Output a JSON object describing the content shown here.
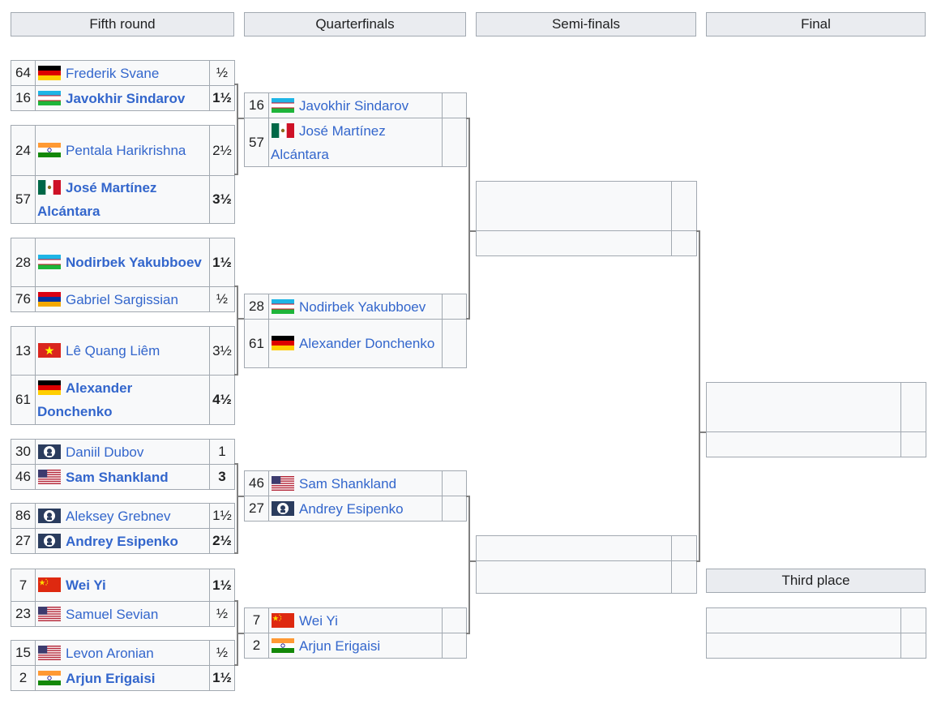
{
  "headers": {
    "fifth_round": "Fifth round",
    "quarterfinals": "Quarterfinals",
    "semifinals": "Semi-finals",
    "final": "Final",
    "third_place": "Third place"
  },
  "fifth_round": [
    {
      "p1": {
        "seed": "64",
        "flag": "germany-flag",
        "name": "Frederik Svane",
        "score": "½",
        "winner": false
      },
      "p2": {
        "seed": "16",
        "flag": "uzbekistan-flag",
        "name": "Javokhir Sindarov",
        "score": "1½",
        "winner": true
      }
    },
    {
      "p1": {
        "seed": "24",
        "flag": "india-flag",
        "name": "Pentala Harikrishna",
        "score": "2½",
        "winner": false
      },
      "p2": {
        "seed": "57",
        "flag": "mexico-flag",
        "name": "José Martínez Alcántara",
        "score": "3½",
        "winner": true
      }
    },
    {
      "p1": {
        "seed": "28",
        "flag": "uzbekistan-flag",
        "name": "Nodirbek Yakubboev",
        "score": "1½",
        "winner": true
      },
      "p2": {
        "seed": "76",
        "flag": "armenia-flag",
        "name": "Gabriel Sargissian",
        "score": "½",
        "winner": false
      }
    },
    {
      "p1": {
        "seed": "13",
        "flag": "vietnam-flag",
        "name": "Lê Quang Liêm",
        "score": "3½",
        "winner": false
      },
      "p2": {
        "seed": "61",
        "flag": "germany-flag",
        "name": "Alexander Donchenko",
        "score": "4½",
        "winner": true
      }
    },
    {
      "p1": {
        "seed": "30",
        "flag": "fide-flag",
        "name": "Daniil Dubov",
        "score": "1",
        "winner": false
      },
      "p2": {
        "seed": "46",
        "flag": "usa-flag",
        "name": "Sam Shankland",
        "score": "3",
        "winner": true
      }
    },
    {
      "p1": {
        "seed": "86",
        "flag": "fide-flag",
        "name": "Aleksey Grebnev",
        "score": "1½",
        "winner": false
      },
      "p2": {
        "seed": "27",
        "flag": "fide-flag",
        "name": "Andrey Esipenko",
        "score": "2½",
        "winner": true
      }
    },
    {
      "p1": {
        "seed": "7",
        "flag": "china-flag",
        "name": "Wei Yi",
        "score": "1½",
        "winner": true
      },
      "p2": {
        "seed": "23",
        "flag": "usa-flag",
        "name": "Samuel Sevian",
        "score": "½",
        "winner": false
      }
    },
    {
      "p1": {
        "seed": "15",
        "flag": "usa-flag",
        "name": "Levon Aronian",
        "score": "½",
        "winner": false
      },
      "p2": {
        "seed": "2",
        "flag": "india-flag",
        "name": "Arjun Erigaisi",
        "score": "1½",
        "winner": true
      }
    }
  ],
  "quarterfinals": [
    {
      "p1": {
        "seed": "16",
        "flag": "uzbekistan-flag",
        "name": "Javokhir Sindarov",
        "score": ""
      },
      "p2": {
        "seed": "57",
        "flag": "mexico-flag",
        "name": "José Martínez Alcántara",
        "score": ""
      }
    },
    {
      "p1": {
        "seed": "28",
        "flag": "uzbekistan-flag",
        "name": "Nodirbek Yakubboev",
        "score": ""
      },
      "p2": {
        "seed": "61",
        "flag": "germany-flag",
        "name": "Alexander Donchenko",
        "score": ""
      }
    },
    {
      "p1": {
        "seed": "46",
        "flag": "usa-flag",
        "name": "Sam Shankland",
        "score": ""
      },
      "p2": {
        "seed": "27",
        "flag": "fide-flag",
        "name": "Andrey Esipenko",
        "score": ""
      }
    },
    {
      "p1": {
        "seed": "7",
        "flag": "china-flag",
        "name": "Wei Yi",
        "score": ""
      },
      "p2": {
        "seed": "2",
        "flag": "india-flag",
        "name": "Arjun Erigaisi",
        "score": ""
      }
    }
  ],
  "semifinals": [
    {
      "p1": {
        "name": "",
        "score": ""
      },
      "p2": {
        "name": "",
        "score": ""
      }
    },
    {
      "p1": {
        "name": "",
        "score": ""
      },
      "p2": {
        "name": "",
        "score": ""
      }
    }
  ],
  "final": {
    "p1": {
      "name": "",
      "score": ""
    },
    "p2": {
      "name": "",
      "score": ""
    }
  },
  "third_place": {
    "p1": {
      "name": "",
      "score": ""
    },
    "p2": {
      "name": "",
      "score": ""
    }
  }
}
